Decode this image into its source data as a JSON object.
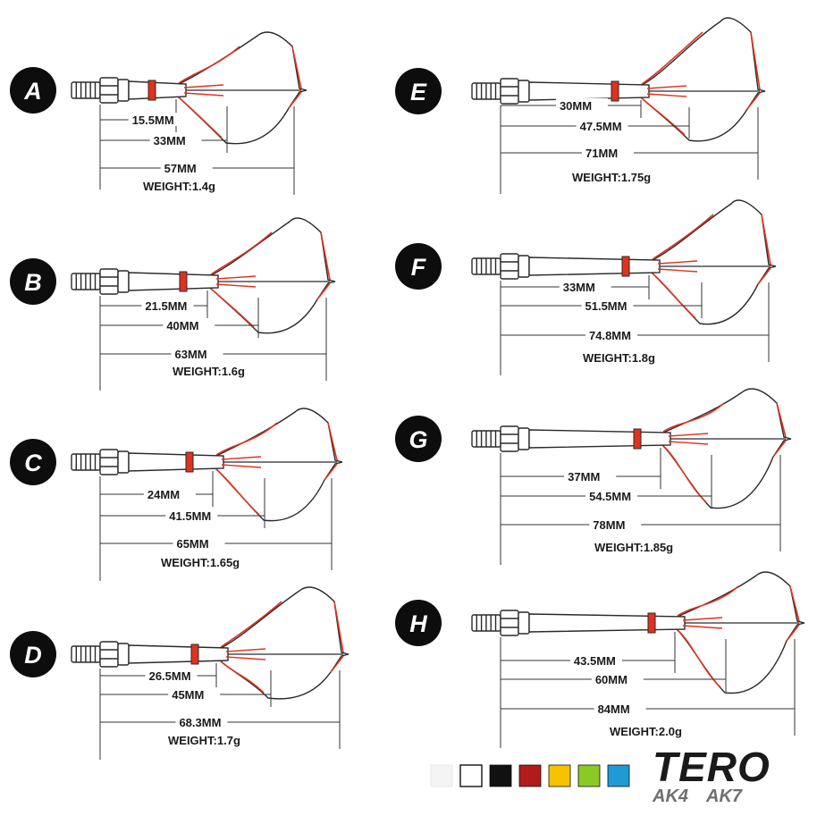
{
  "variants": [
    {
      "letter": "A",
      "measurements": [
        "15.5MM",
        "33MM",
        "57MM"
      ],
      "weight": "WEIGHT:1.4g"
    },
    {
      "letter": "B",
      "measurements": [
        "21.5MM",
        "40MM",
        "63MM"
      ],
      "weight": "WEIGHT:1.6g"
    },
    {
      "letter": "C",
      "measurements": [
        "24MM",
        "41.5MM",
        "65MM"
      ],
      "weight": "WEIGHT:1.65g"
    },
    {
      "letter": "D",
      "measurements": [
        "26.5MM",
        "45MM",
        "68.3MM"
      ],
      "weight": "WEIGHT:1.7g"
    },
    {
      "letter": "E",
      "measurements": [
        "30MM",
        "47.5MM",
        "71MM"
      ],
      "weight": "WEIGHT:1.75g"
    },
    {
      "letter": "F",
      "measurements": [
        "33MM",
        "51.5MM",
        "74.8MM"
      ],
      "weight": "WEIGHT:1.8g"
    },
    {
      "letter": "G",
      "measurements": [
        "37MM",
        "54.5MM",
        "78MM"
      ],
      "weight": "WEIGHT:1.85g"
    },
    {
      "letter": "H",
      "measurements": [
        "43.5MM",
        "60MM",
        "84MM"
      ],
      "weight": "WEIGHT:2.0g"
    }
  ],
  "ring_color": "#e0321e",
  "swatches": [
    "#f4f4f4",
    "#ffffff",
    "#111111",
    "#b31b1b",
    "#f6c200",
    "#8ac926",
    "#1e9ad6"
  ],
  "brand": {
    "name": "TERO",
    "models": [
      "AK4",
      "AK7"
    ]
  }
}
